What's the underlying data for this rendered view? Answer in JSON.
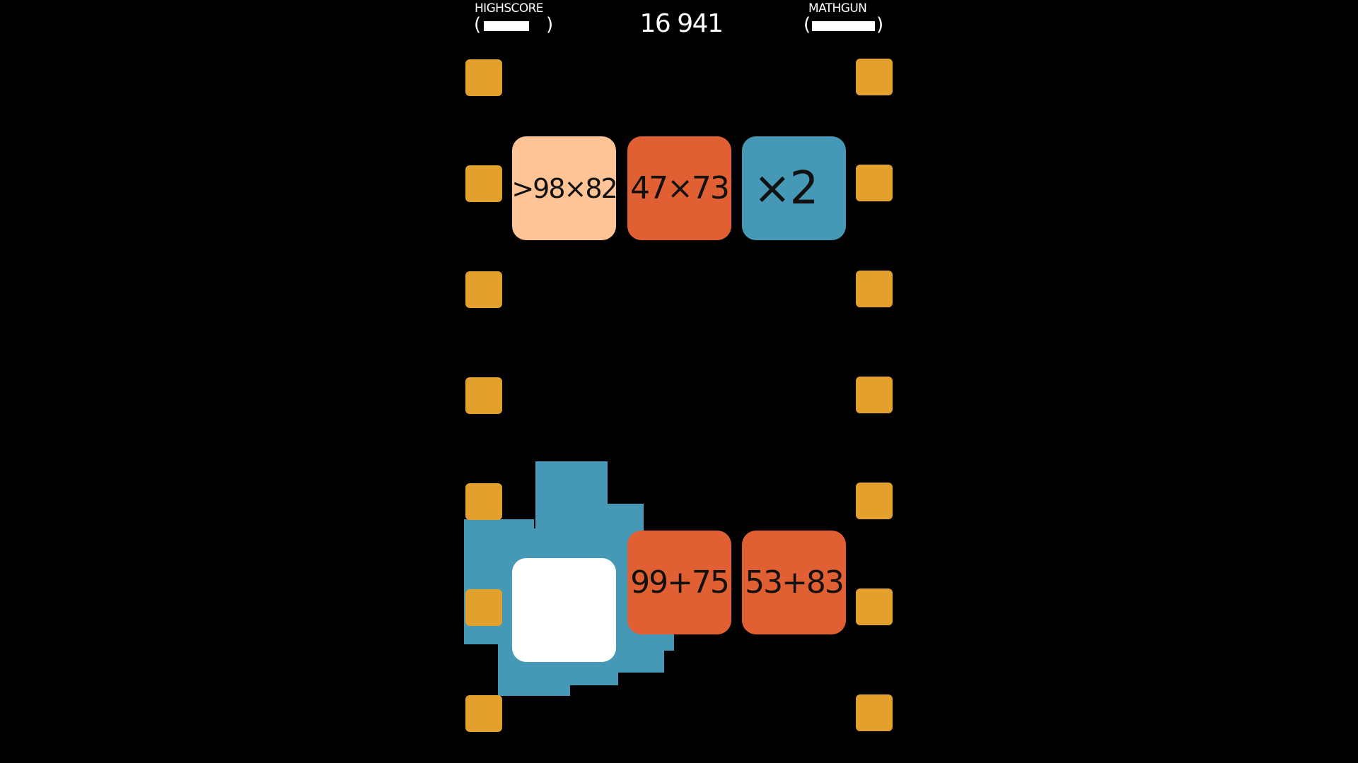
{
  "hud": {
    "highscore_label": "HIGHSCORE",
    "highscore_meter_fill_pct": 65,
    "score": "16 941",
    "mathgun_label": "MATHGUN",
    "mathgun_meter_fill_pct": 100,
    "bracket_open": "(",
    "bracket_close": ")"
  },
  "colors": {
    "background": "#000000",
    "peg": "#E3A02D",
    "tile_light": "#FEC496",
    "tile_orange": "#E06033",
    "tile_blue": "#4599B6",
    "tile_white": "#FFFFFF",
    "splash": "#4599B6",
    "text": "#111111",
    "hud_text": "#FFFFFF"
  },
  "board": {
    "top_row": [
      {
        "label": ">98×82",
        "type": "light",
        "selected": true
      },
      {
        "label": "47×73",
        "type": "orange"
      },
      {
        "label": "×2",
        "type": "blue-multiplier"
      }
    ],
    "bottom_row": [
      {
        "label": "",
        "type": "white-player"
      },
      {
        "label": "99+75",
        "type": "orange"
      },
      {
        "label": "53+83",
        "type": "orange"
      }
    ],
    "left_pegs": 7,
    "right_pegs": 7
  }
}
